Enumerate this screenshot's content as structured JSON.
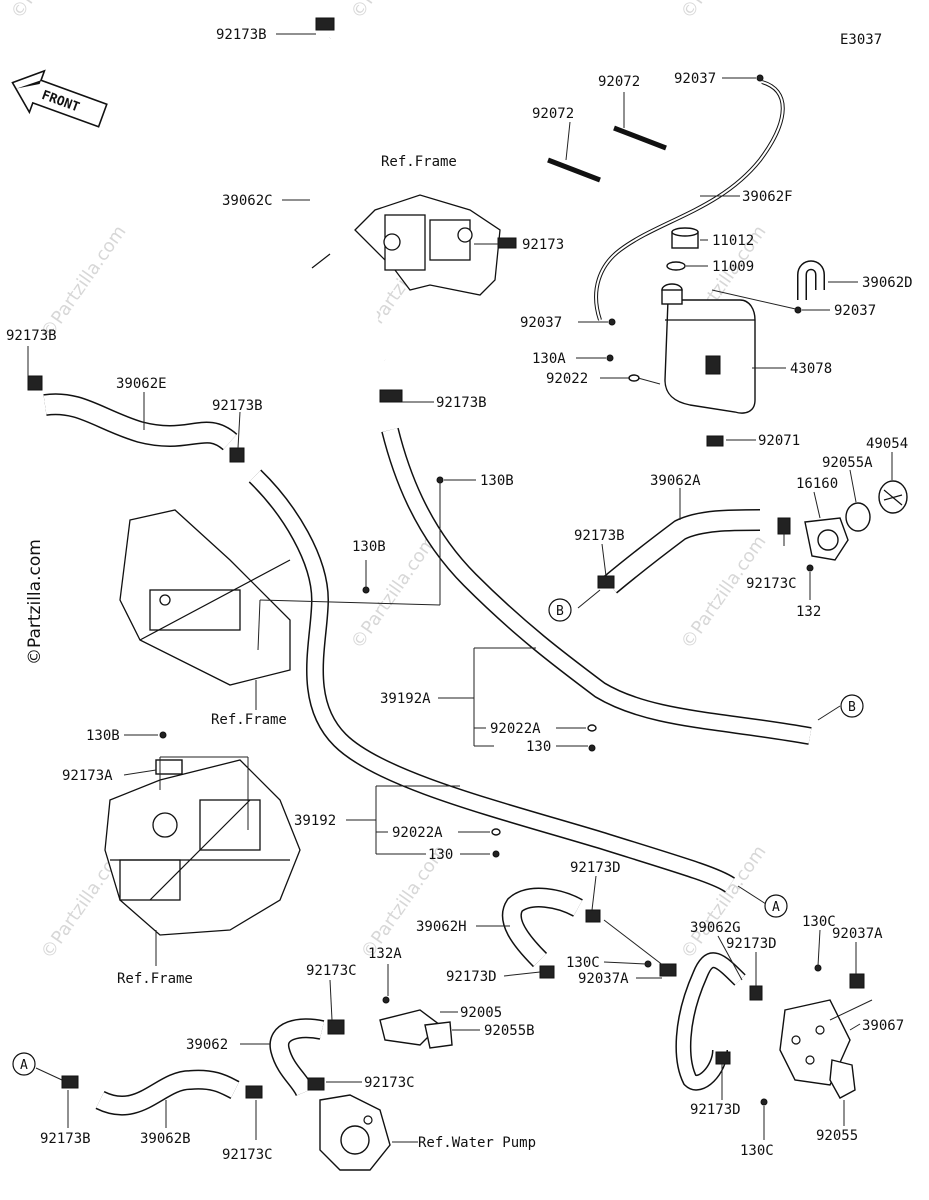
{
  "diagram_code": "E3037",
  "front_label": "FRONT",
  "watermark": "©Partzilla.com",
  "ref_labels": {
    "frame_top": "Ref.Frame",
    "frame_mid": "Ref.Frame",
    "frame_bottom": "Ref.Frame",
    "water_pump": "Ref.Water Pump"
  },
  "connectors": {
    "a_top": "A",
    "a_bottom": "A",
    "b_left": "B",
    "b_right": "B"
  },
  "parts": {
    "p92173B_top": "92173B",
    "p39062C": "39062C",
    "p92173_frame": "92173",
    "p92173B_left": "92173B",
    "p39062E": "39062E",
    "p92173B_mid": "92173B",
    "p92173B_center": "92173B",
    "p130B_top": "130B",
    "p130B_mid": "130B",
    "p39192A": "39192A",
    "p92022A_top": "92022A",
    "p130_top": "130",
    "p130B_low": "130B",
    "p92173A": "92173A",
    "p39192": "39192",
    "p92022A_low": "92022A",
    "p130_low": "130",
    "p92072_a": "92072",
    "p92072_b": "92072",
    "p92037_top": "92037",
    "p39062F": "39062F",
    "p11012": "11012",
    "p11009": "11009",
    "p39062D": "39062D",
    "p92037_right": "92037",
    "p92037_left": "92037",
    "p130A": "130A",
    "p92022": "92022",
    "p43078": "43078",
    "p92071": "92071",
    "p39062A": "39062A",
    "p16160": "16160",
    "p92055A": "92055A",
    "p49054": "49054",
    "p92173B_right": "92173B",
    "p92173C_right": "92173C",
    "p132": "132",
    "p92173D_top": "92173D",
    "p39062H": "39062H",
    "p92173D_low": "92173D",
    "p130C_mid": "130C",
    "p92037A_mid": "92037A",
    "p39062G": "39062G",
    "p92173D_right": "92173D",
    "p130C_right": "130C",
    "p92037A_right": "92037A",
    "p39067": "39067",
    "p92055": "92055",
    "p92173D_bottom": "92173D",
    "p130C_bottom": "130C",
    "p132A": "132A",
    "p92173C_left": "92173C",
    "p92005": "92005",
    "p92055B": "92055B",
    "p39062": "39062",
    "p92173C_mid": "92173C",
    "p92173B_bottom": "92173B",
    "p39062B": "39062B",
    "p92173C_bottom": "92173C"
  }
}
